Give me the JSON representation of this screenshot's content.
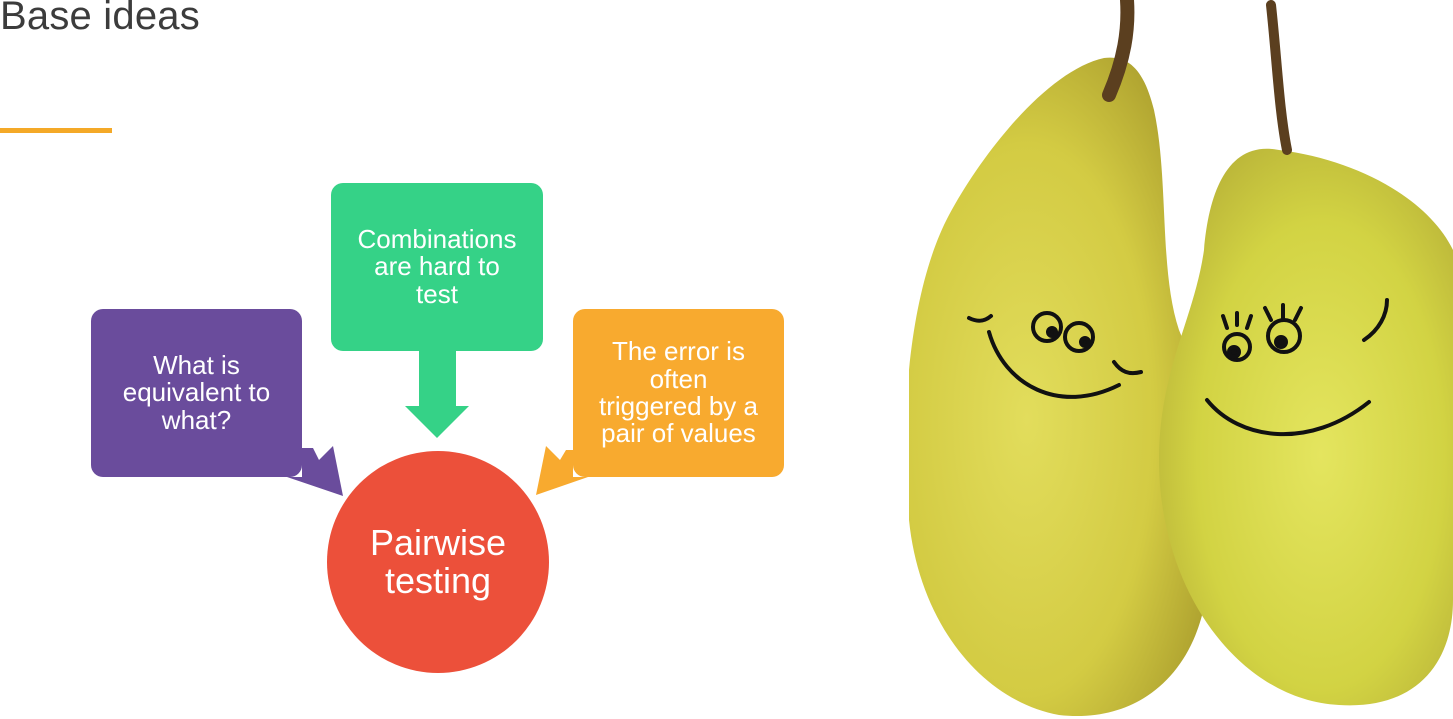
{
  "slide": {
    "title": "Base ideas",
    "accent_color": "#f4a928"
  },
  "diagram": {
    "center": {
      "line1": "Pairwise",
      "line2": "testing",
      "color": "#ec503a"
    },
    "nodes": [
      {
        "id": "purple",
        "lines": [
          "What is",
          "equivalent to",
          "what?"
        ],
        "color": "#6a4c9c"
      },
      {
        "id": "green",
        "lines": [
          "Combinations",
          "are hard to",
          "test"
        ],
        "color": "#35d287"
      },
      {
        "id": "orange",
        "lines": [
          "The error is",
          "often",
          "triggered by a",
          "pair of values"
        ],
        "color": "#f8aa2f"
      }
    ]
  },
  "photo": {
    "subject": "two-smiling-pears"
  }
}
